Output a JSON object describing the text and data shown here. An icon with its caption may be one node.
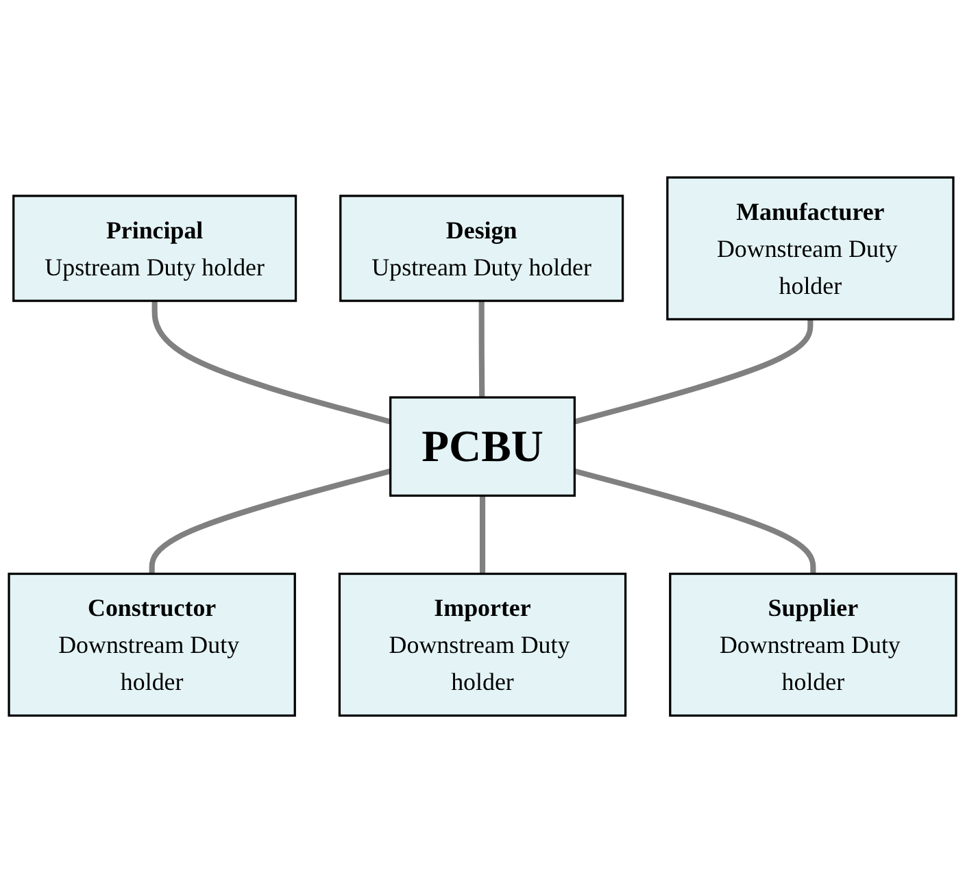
{
  "diagram": {
    "nodes": [
      {
        "text": [
          "Principal",
          "Upstream Duty holder"
        ]
      },
      {
        "text": [
          "Design",
          "Upstream Duty holder"
        ]
      },
      {
        "text": [
          "Manufacturer",
          "Downstream Duty holder"
        ]
      },
      {
        "text": [
          "PCBU"
        ]
      },
      {
        "text": [
          "Constructor",
          "Downstream Duty holder"
        ]
      },
      {
        "text": [
          "Importer",
          "Downstream Duty holder"
        ]
      },
      {
        "text": [
          "Supplier",
          "Downstream Duty holder"
        ]
      }
    ],
    "edges": [
      {
        "from": 0,
        "to": 3,
        "arrow": "none"
      },
      {
        "from": 1,
        "to": 3,
        "arrow": "none"
      },
      {
        "from": 2,
        "to": 3,
        "arrow": "none"
      },
      {
        "from": 3,
        "to": 4,
        "arrow": "none"
      },
      {
        "from": 3,
        "to": 5,
        "arrow": "none"
      },
      {
        "from": 3,
        "to": 6,
        "arrow": "none"
      }
    ]
  }
}
